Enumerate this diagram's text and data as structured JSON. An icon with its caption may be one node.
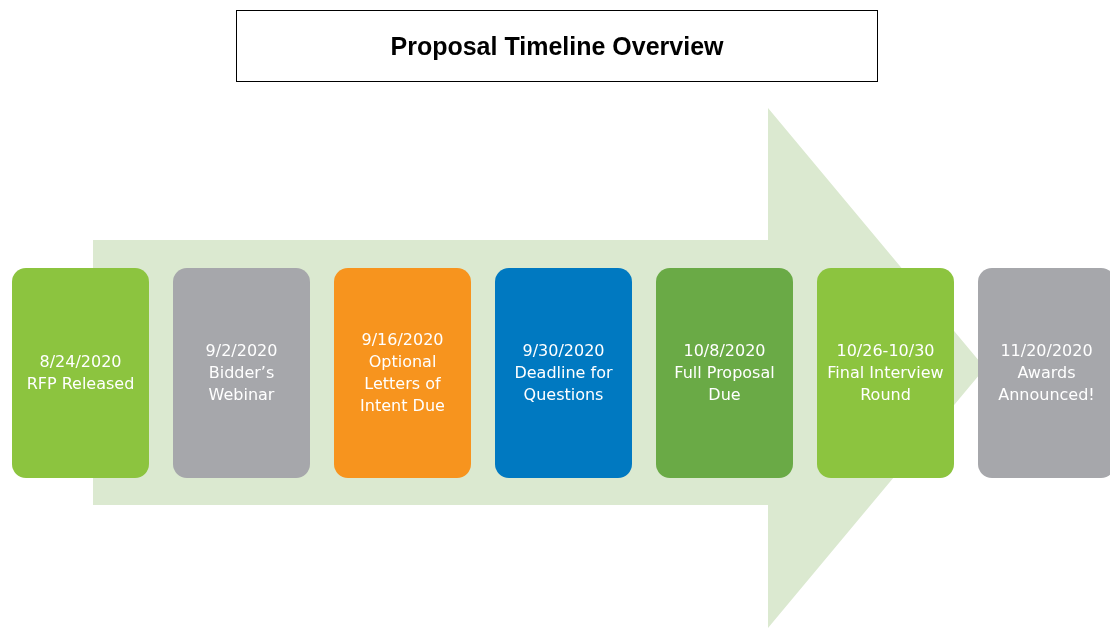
{
  "diagram": {
    "title": "Proposal Timeline Overview",
    "nodes": [
      {
        "text": [
          "8/24/2020",
          "RFP Released"
        ]
      },
      {
        "text": [
          "9/2/2020",
          "Bidder’s Webinar"
        ]
      },
      {
        "text": [
          "9/16/2020",
          "Optional Letters of Intent Due"
        ]
      },
      {
        "text": [
          "9/30/2020",
          "Deadline for Questions"
        ]
      },
      {
        "text": [
          "10/8/2020",
          "Full Proposal Due"
        ]
      },
      {
        "text": [
          "10/26-10/30",
          "Final Interview Round"
        ]
      },
      {
        "text": [
          "11/20/2020",
          "Awards Announced!"
        ]
      }
    ],
    "edges": [
      {
        "from": 0,
        "to": 6,
        "arrow": "to"
      }
    ]
  }
}
